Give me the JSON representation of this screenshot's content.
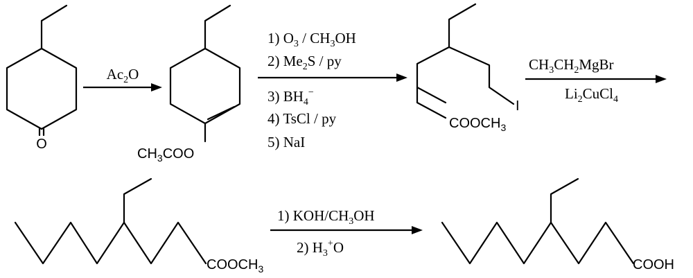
{
  "molecules": {
    "ketone": {
      "atom_o": "O"
    },
    "enol_acetate": {
      "group": [
        "CH",
        "3",
        "COO"
      ]
    },
    "iodo_ester": {
      "atom_i": "I",
      "group": [
        "COOCH",
        "3"
      ]
    },
    "ethyl_ester": {
      "group": [
        "COOCH",
        "3"
      ]
    },
    "acid": {
      "group": "COOH"
    }
  },
  "arrows": {
    "step1": {
      "reagent": [
        "Ac",
        "2",
        "O"
      ]
    },
    "step2": {
      "lines": [
        {
          "label": "1) O",
          "sub": "3",
          "rest": " / CH",
          "sub2": "3",
          "rest2": "OH"
        },
        {
          "label": "2)  Me",
          "sub": "2",
          "rest": "S / py"
        },
        {
          "label": "3) BH",
          "sub": "4",
          "sup": "−"
        },
        {
          "label": "4) TsCl / py"
        },
        {
          "label": "5) NaI"
        }
      ]
    },
    "step3": {
      "above": [
        "CH",
        "3",
        "CH",
        "2",
        "MgBr"
      ],
      "below": [
        "Li",
        "2",
        "CuCl",
        "4"
      ]
    },
    "step4": {
      "above": "1) KOH/CH",
      "above_sub": "3",
      "above_rest": "OH",
      "below": [
        "2) H",
        "3",
        "+",
        "O"
      ]
    }
  }
}
